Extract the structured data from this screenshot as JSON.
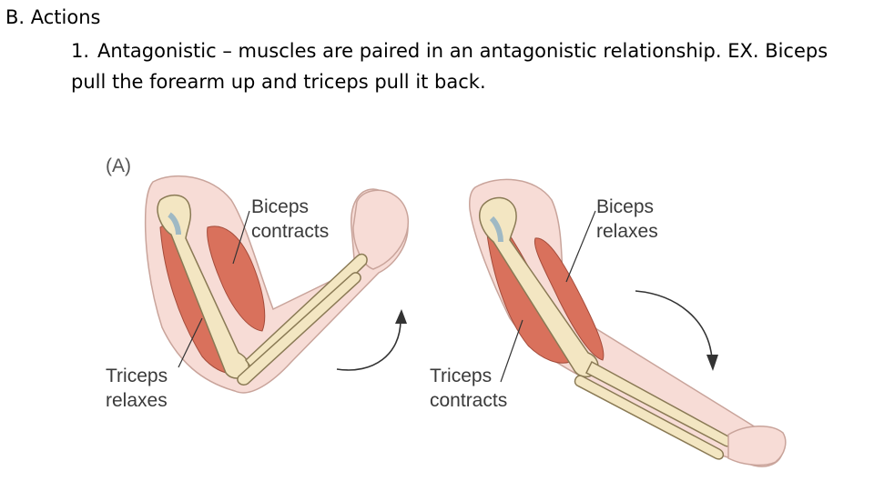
{
  "slide": {
    "heading": "B. Actions",
    "point_number": "1.",
    "point_text": "Antagonistic – muscles are paired in an antagonistic relationship. EX. Biceps pull the forearm up and triceps pull it back."
  },
  "figure": {
    "panel_label": "(A)",
    "left_arm": {
      "biceps_label_line1": "Biceps",
      "biceps_label_line2": "contracts",
      "triceps_label_line1": "Triceps",
      "triceps_label_line2": "relaxes"
    },
    "right_arm": {
      "biceps_label_line1": "Biceps",
      "biceps_label_line2": "relaxes",
      "triceps_label_line1": "Triceps",
      "triceps_label_line2": "contracts"
    },
    "colors": {
      "skin": "#f7dcd6",
      "skin_outline": "#c9a49b",
      "muscle": "#d9715c",
      "bone": "#f3e6c2",
      "bone_outline": "#8a7a55",
      "tendon": "#9fb9c4"
    }
  }
}
